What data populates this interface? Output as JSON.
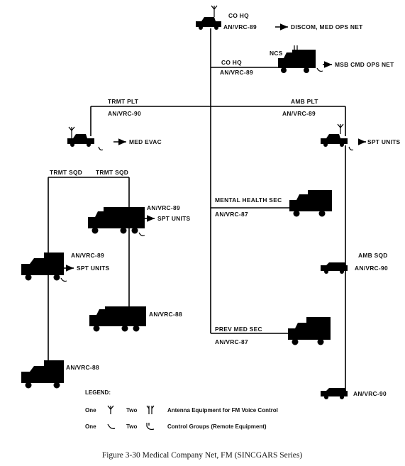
{
  "labels": {
    "co_hq_top": "CO HQ",
    "co_hq_top_radio": "AN/VRC-89",
    "co_hq_top_link": "DISCOM, MED OPS NET",
    "co_hq_mid": "CO HQ",
    "co_hq_mid_radio": "AN/VRC-89",
    "ncs": "NCS",
    "msb_link": "MSB CMD OPS NET",
    "trmt_plt": "TRMT PLT",
    "trmt_plt_radio": "AN/VRC-90",
    "amb_plt": "AMB PLT",
    "amb_plt_radio": "AN/VRC-89",
    "med_evac": "MED EVAC",
    "spt_units_right": "SPT UNITS",
    "trmt_sqd_left": "TRMT SQD",
    "trmt_sqd_right": "TRMT SQD",
    "truck1_radio": "AN/VRC-89",
    "truck1_link": "SPT UNITS",
    "mental_health": "MENTAL HEALTH SEC",
    "mental_health_radio": "AN/VRC-87",
    "truck2_radio": "AN/VRC-89",
    "truck2_link": "SPT UNITS",
    "amb_sqd": "AMB SQD",
    "amb_sqd_radio": "AN/VRC-90",
    "truck3_radio": "AN/VRC-88",
    "prev_med": "PREV MED SEC",
    "prev_med_radio": "AN/VRC-87",
    "truck4_radio": "AN/VRC-88",
    "bottom_radio": "AN/VRC-90"
  },
  "legend": {
    "title": "LEGEND:",
    "one_a": "One",
    "two_a": "Two",
    "antenna_desc": "Antenna Equipment for FM Voice Control",
    "one_b": "One",
    "two_b": "Two",
    "control_desc": "Control Groups (Remote Equipment)"
  },
  "caption": "Figure 3-30 Medical Company Net, FM (SINCGARS Series)"
}
